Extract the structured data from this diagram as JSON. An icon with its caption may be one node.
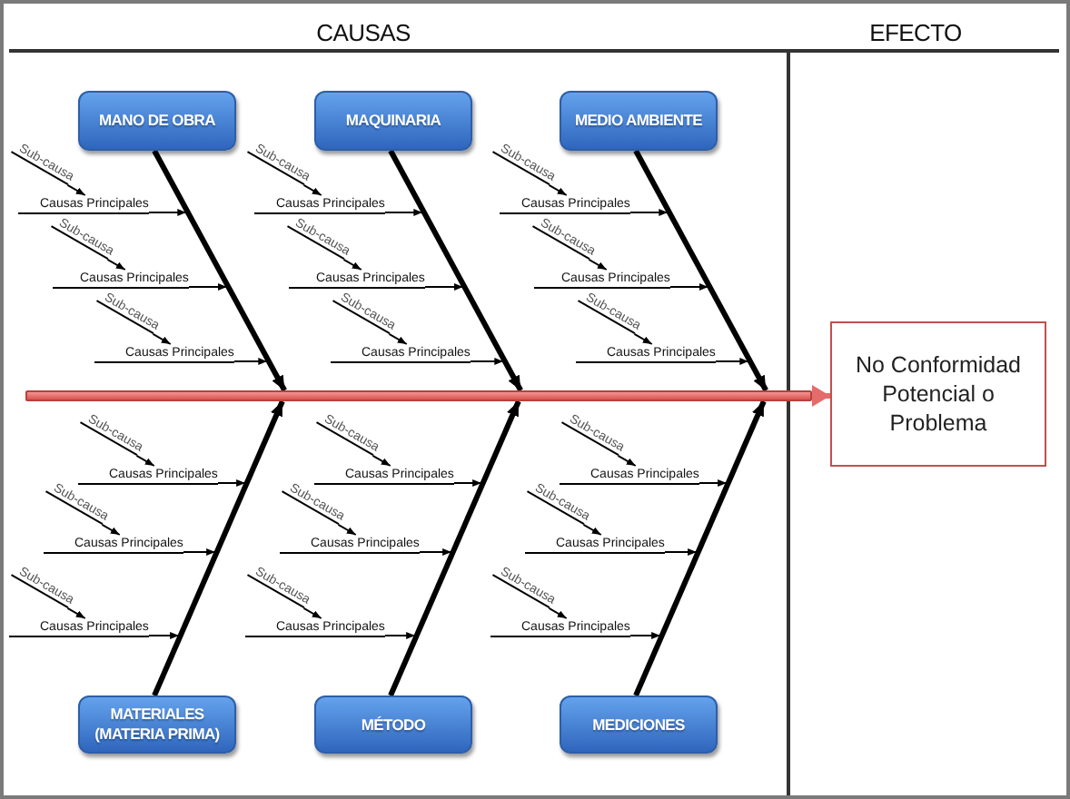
{
  "diagram": {
    "nodes": [
      {
        "text": [
          "MANO DE OBRA"
        ]
      },
      {
        "text": [
          "MAQUINARIA"
        ]
      },
      {
        "text": [
          "MEDIO AMBIENTE"
        ]
      },
      {
        "text": [
          "Sub-causa"
        ]
      },
      {
        "text": [
          "Causas Principales"
        ]
      },
      {
        "text": [
          "Sub-causa"
        ]
      },
      {
        "text": [
          "Causas Principales"
        ]
      },
      {
        "text": [
          "Sub-causa"
        ]
      },
      {
        "text": [
          "Causas Principales"
        ]
      },
      {
        "text": [
          "Sub-causa"
        ]
      },
      {
        "text": [
          "Causas Principales"
        ]
      },
      {
        "text": [
          "Sub-causa"
        ]
      },
      {
        "text": [
          "Causas Principales"
        ]
      },
      {
        "text": [
          "Sub-causa"
        ]
      },
      {
        "text": [
          "Causas Principales"
        ]
      },
      {
        "text": [
          "Sub-causa"
        ]
      },
      {
        "text": [
          "Causas Principales"
        ]
      },
      {
        "text": [
          "Sub-causa"
        ]
      },
      {
        "text": [
          "Causas Principales"
        ]
      },
      {
        "text": [
          "Sub-causa"
        ]
      },
      {
        "text": [
          "Causas Principales"
        ]
      },
      {
        "text": [],
        "shape": "bar"
      },
      {
        "text": [
          "No Conformidad Potencial o Problema"
        ]
      },
      {
        "text": [
          "Sub-causa"
        ]
      },
      {
        "text": [
          "Causas Principales"
        ]
      },
      {
        "text": [
          "Sub-causa"
        ]
      },
      {
        "text": [
          "Causas Principales"
        ]
      },
      {
        "text": [
          "Sub-causa"
        ]
      },
      {
        "text": [
          "Causas Principales"
        ]
      },
      {
        "text": [
          "Sub-causa"
        ]
      },
      {
        "text": [
          "Causas Principales"
        ]
      },
      {
        "text": [
          "Sub-causa"
        ]
      },
      {
        "text": [
          "Causas Principales"
        ]
      },
      {
        "text": [
          "Sub-causa"
        ]
      },
      {
        "text": [
          "Causas Principales"
        ]
      },
      {
        "text": [
          "Sub-causa"
        ]
      },
      {
        "text": [
          "Causas Principales"
        ]
      },
      {
        "text": [
          "Sub-causa"
        ]
      },
      {
        "text": [
          "Causas Principales"
        ]
      },
      {
        "text": [
          "Sub-causa"
        ]
      },
      {
        "text": [
          "Causas Principales"
        ]
      },
      {
        "text": [
          "MATERIALES (MATERIA PRIMA)"
        ]
      },
      {
        "text": [
          "MÉTODO"
        ]
      },
      {
        "text": [
          "MEDICIONES"
        ]
      }
    ],
    "edges": [
      {
        "from": 3,
        "to": 4,
        "arrow": "to"
      },
      {
        "from": 4,
        "to": null,
        "arrow": "to"
      },
      {
        "from": 5,
        "to": 6,
        "arrow": "to"
      },
      {
        "from": 6,
        "to": null,
        "arrow": "to"
      },
      {
        "from": 7,
        "to": 8,
        "arrow": "to"
      },
      {
        "from": 8,
        "to": null,
        "arrow": "to"
      },
      {
        "from": 0,
        "to": 21,
        "arrow": "to",
        "style": "thick"
      },
      {
        "from": 9,
        "to": 10,
        "arrow": "to"
      },
      {
        "from": 10,
        "to": null,
        "arrow": "to"
      },
      {
        "from": 11,
        "to": 12,
        "arrow": "to"
      },
      {
        "from": 12,
        "to": null,
        "arrow": "to"
      },
      {
        "from": 13,
        "to": 14,
        "arrow": "to"
      },
      {
        "from": 14,
        "to": null,
        "arrow": "to"
      },
      {
        "from": 1,
        "to": 21,
        "arrow": "to",
        "style": "thick"
      },
      {
        "from": 15,
        "to": 16,
        "arrow": "to"
      },
      {
        "from": 16,
        "to": null,
        "arrow": "to"
      },
      {
        "from": 17,
        "to": 18,
        "arrow": "to"
      },
      {
        "from": 18,
        "to": null,
        "arrow": "to"
      },
      {
        "from": 19,
        "to": 20,
        "arrow": "to"
      },
      {
        "from": 20,
        "to": null,
        "arrow": "to"
      },
      {
        "from": 2,
        "to": 21,
        "arrow": "to",
        "style": "thick"
      },
      {
        "from": 21,
        "to": 22,
        "arrow": "to",
        "style": "thick",
        "color": "#e46c6a"
      },
      {
        "from": 23,
        "to": 24,
        "arrow": "to"
      },
      {
        "from": 24,
        "to": null,
        "arrow": "to"
      },
      {
        "from": 25,
        "to": 26,
        "arrow": "to"
      },
      {
        "from": 26,
        "to": null,
        "arrow": "to"
      },
      {
        "from": 27,
        "to": 28,
        "arrow": "to"
      },
      {
        "from": 28,
        "to": null,
        "arrow": "to"
      },
      {
        "from": 41,
        "to": 21,
        "arrow": "to",
        "style": "thick"
      },
      {
        "from": 29,
        "to": 30,
        "arrow": "to"
      },
      {
        "from": 30,
        "to": null,
        "arrow": "to"
      },
      {
        "from": 31,
        "to": 32,
        "arrow": "to"
      },
      {
        "from": 32,
        "to": null,
        "arrow": "to"
      },
      {
        "from": 33,
        "to": 34,
        "arrow": "to"
      },
      {
        "from": 34,
        "to": null,
        "arrow": "to"
      },
      {
        "from": 42,
        "to": 21,
        "arrow": "to",
        "style": "thick"
      },
      {
        "from": 35,
        "to": 36,
        "arrow": "to"
      },
      {
        "from": 36,
        "to": null,
        "arrow": "to"
      },
      {
        "from": 37,
        "to": 38,
        "arrow": "to"
      },
      {
        "from": 38,
        "to": null,
        "arrow": "to"
      },
      {
        "from": 39,
        "to": 40,
        "arrow": "to"
      },
      {
        "from": 40,
        "to": null,
        "arrow": "to"
      },
      {
        "from": 43,
        "to": 21,
        "arrow": "to",
        "style": "thick"
      }
    ],
    "labels": [
      "CAUSAS",
      "EFECTO"
    ]
  }
}
